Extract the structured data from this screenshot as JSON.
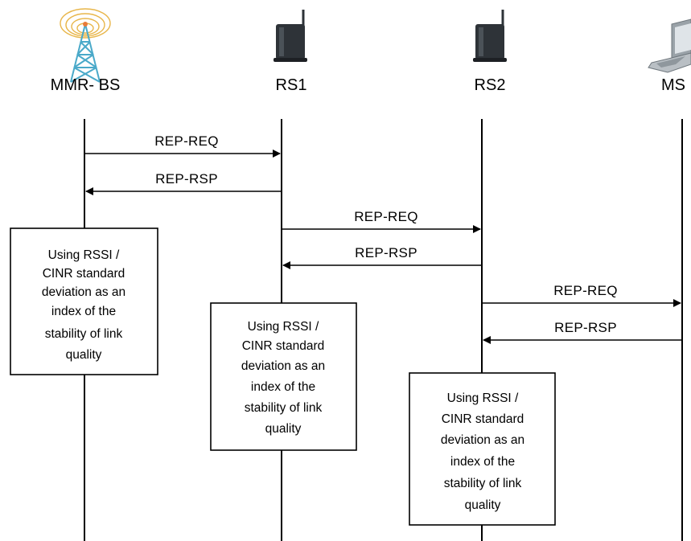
{
  "entities": [
    {
      "id": "mmr-bs",
      "label": "MMR- BS",
      "icon": "antenna-tower-icon"
    },
    {
      "id": "rs1",
      "label": "RS1",
      "icon": "relay-station-icon"
    },
    {
      "id": "rs2",
      "label": "RS2",
      "icon": "relay-station-icon"
    },
    {
      "id": "ms",
      "label": "MS",
      "icon": "laptop-icon"
    }
  ],
  "messages": [
    {
      "from": "mmr-bs",
      "to": "rs1",
      "label": "REP-REQ"
    },
    {
      "from": "rs1",
      "to": "mmr-bs",
      "label": "REP-RSP"
    },
    {
      "from": "rs1",
      "to": "rs2",
      "label": "REP-REQ"
    },
    {
      "from": "rs2",
      "to": "rs1",
      "label": "REP-RSP"
    },
    {
      "from": "rs2",
      "to": "ms",
      "label": "REP-REQ"
    },
    {
      "from": "ms",
      "to": "rs2",
      "label": "REP-RSP"
    }
  ],
  "notes": [
    {
      "on": "mmr-bs",
      "lines": [
        "Using RSSI /",
        "CINR standard",
        "deviation as an",
        "index of the",
        "stability of link",
        "quality"
      ]
    },
    {
      "on": "rs1",
      "lines": [
        "Using RSSI /",
        "CINR standard",
        "deviation as an",
        "index of the",
        "stability of link",
        "quality"
      ]
    },
    {
      "on": "rs2",
      "lines": [
        "Using RSSI /",
        "CINR standard",
        "deviation as an",
        "index of the",
        "stability of link",
        "quality"
      ]
    }
  ],
  "colors": {
    "line": "#000000",
    "tower": "#4aa9c9",
    "signal": "#e8b64a",
    "device": "#2e3338",
    "laptop": "#b9bfc4"
  }
}
